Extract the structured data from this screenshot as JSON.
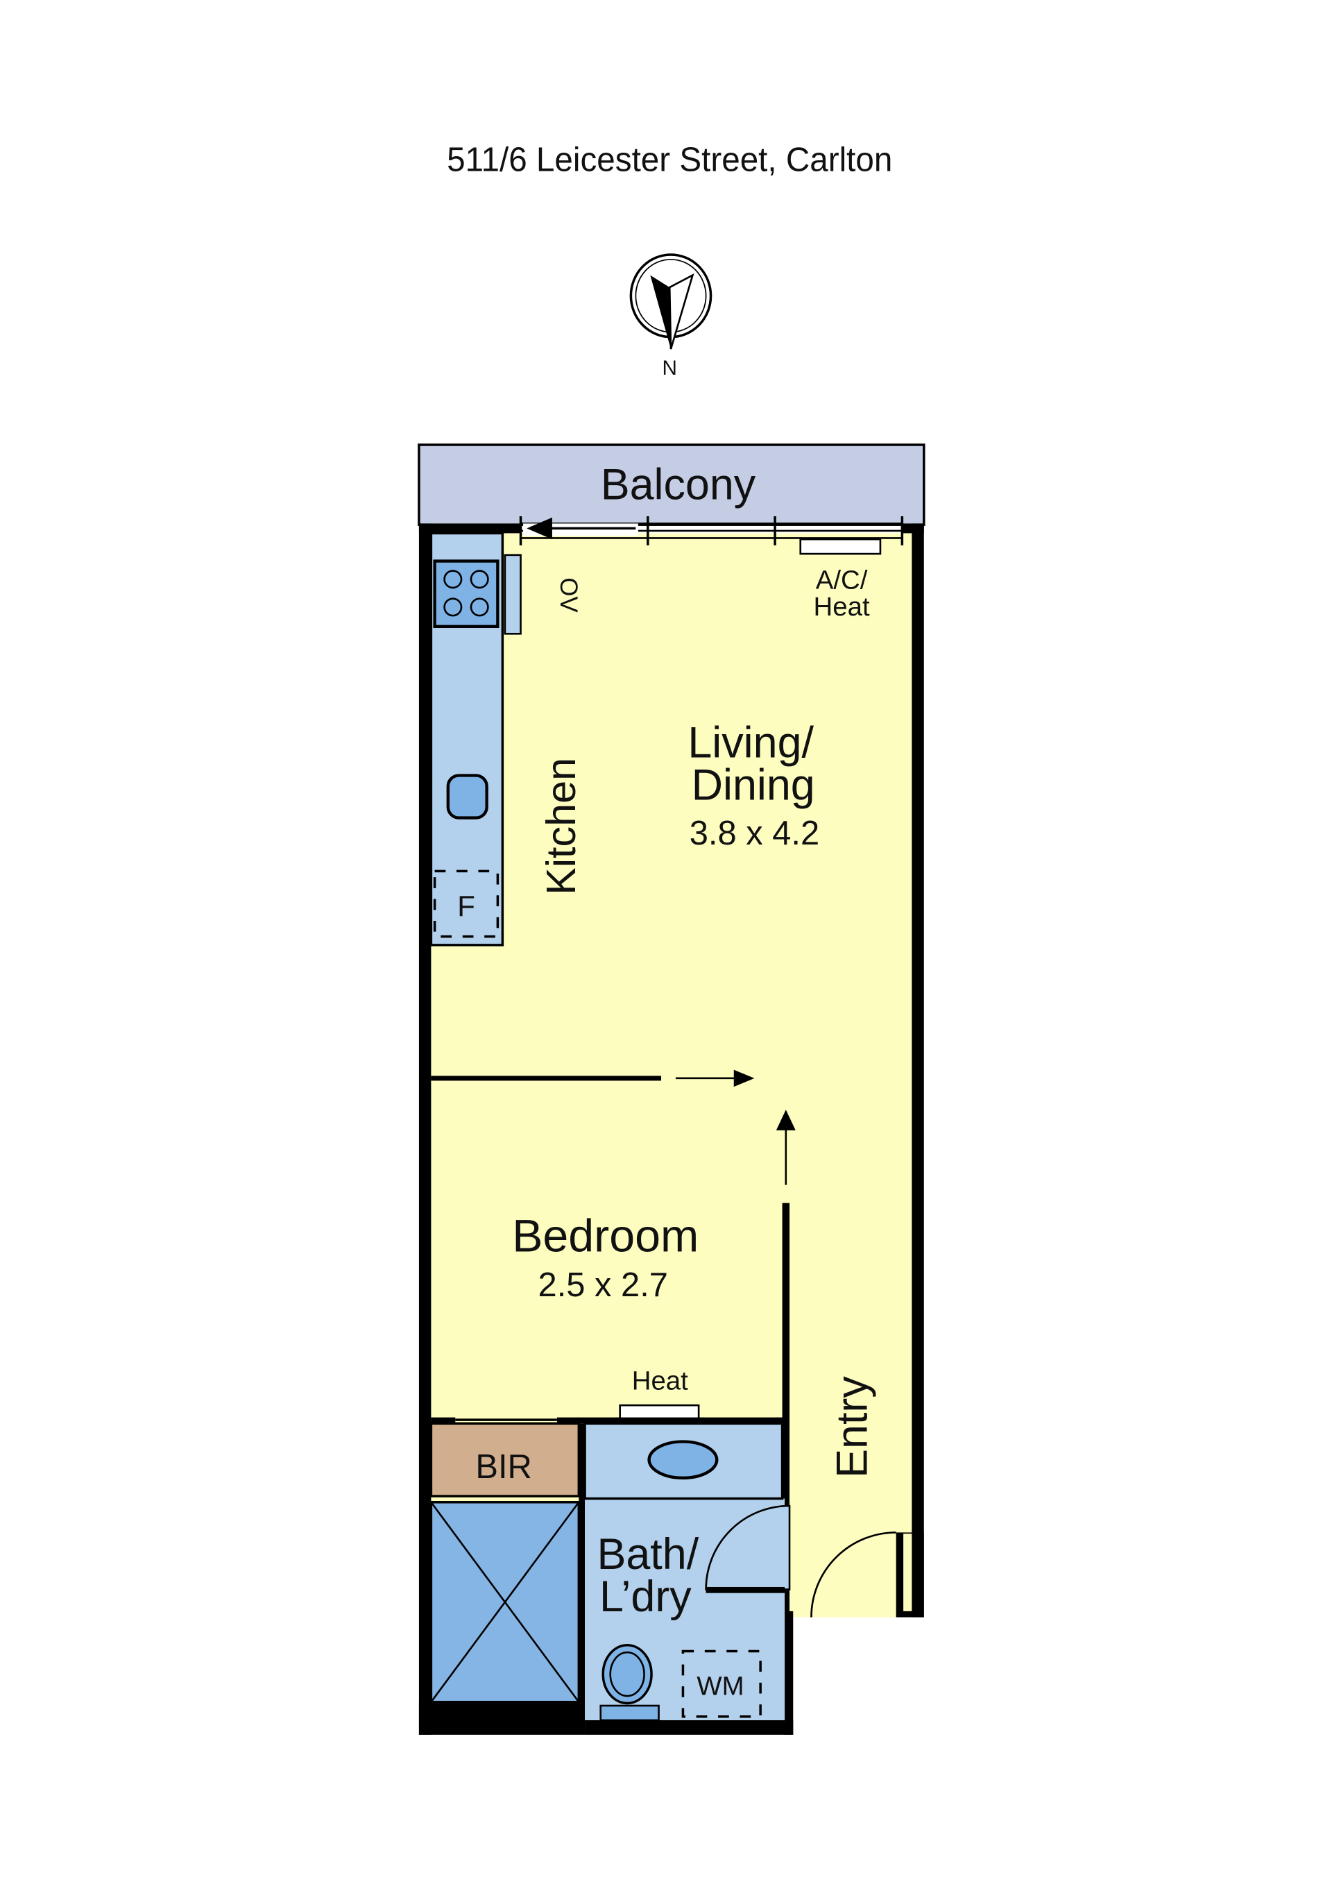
{
  "title": "511/6 Leicester Street, Carlton",
  "compass": {
    "label": "N"
  },
  "rooms": {
    "balcony": "Balcony",
    "living_line1": "Living/",
    "living_line2": "Dining",
    "living_dims": "3.8 x 4.2",
    "kitchen": "Kitchen",
    "bedroom": "Bedroom",
    "bedroom_dims": "2.5 x 2.7",
    "bir": "BIR",
    "bath_line1": "Bath/",
    "bath_line2": "L’dry",
    "entry": "Entry"
  },
  "fixtures": {
    "oven": "OV",
    "ac_line1": "A/C/",
    "ac_line2": "Heat",
    "bedroom_heat": "Heat",
    "fridge": "F",
    "washing_machine": "WM"
  },
  "colors": {
    "floor": "#fdfdc0",
    "wet": "#b3d1ec",
    "fixture": "#7fb3e6",
    "balcony": "#c5cde5",
    "robe": "#d1ae8d",
    "wall": "#000000"
  }
}
